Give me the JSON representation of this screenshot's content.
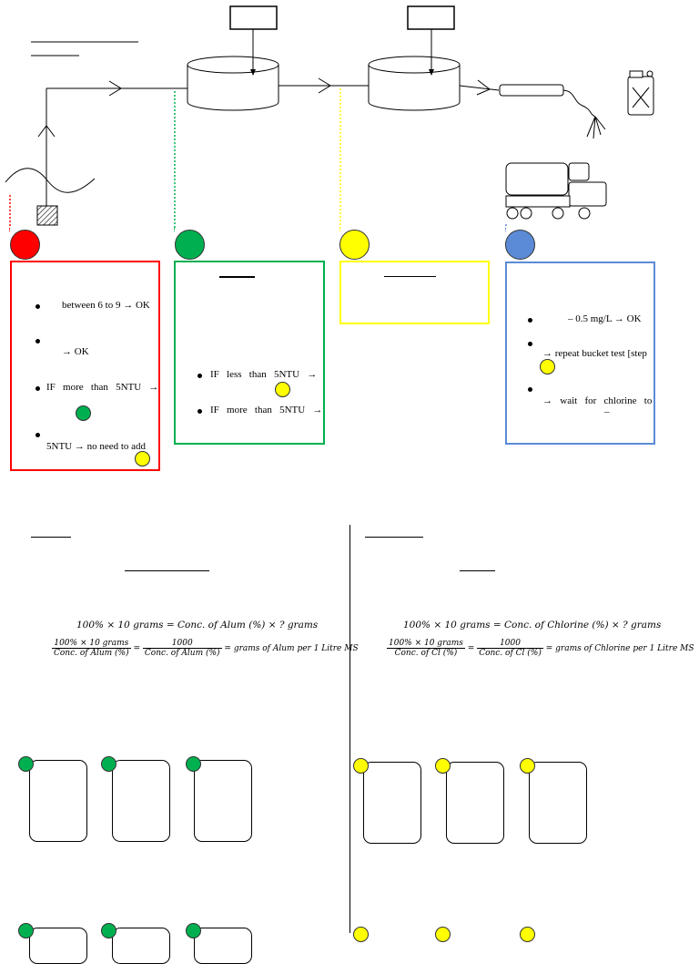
{
  "colors": {
    "red": "#ff0000",
    "green": "#00b050",
    "yellow": "#ffff00",
    "blue": "#5b8bd6",
    "black": "#000000"
  },
  "icons": [
    "pump-icon",
    "tank-icon",
    "hose-icon",
    "jerrycan-icon",
    "truck-icon",
    "wave-icon"
  ],
  "red_box": {
    "items": [
      "between 6 to 9 → OK",
      "→ OK",
      "IF   more   than   5NTU   →",
      "5NTU → no need to add"
    ]
  },
  "green_box": {
    "items": [
      "IF   less   than   5NTU   →",
      "IF   more   than   5NTU   →"
    ]
  },
  "blue_box": {
    "items": [
      "– 0.5 mg/L → OK",
      "→ repeat bucket test [step",
      "→   wait   for   chlorine   to"
    ],
    "dash": "–"
  },
  "left_panel": {
    "formula_line1": "100% × 10 grams  = Conc. of Alum (%) × ? grams",
    "frac1_num": "100% × 10 grams",
    "frac1_den": "Conc. of Alum (%)",
    "equals": "=",
    "frac2_num": "1000",
    "frac2_den": "Conc. of Alum (%)",
    "result": "= grams of Alum per 1 Litre MS"
  },
  "right_panel": {
    "formula_line1": "100% × 10 grams  = Conc. of Chlorine (%) × ? grams",
    "frac1_num": "100% × 10 grams",
    "frac1_den": "Conc. of Cl (%)",
    "equals": "=",
    "frac2_num": "1000",
    "frac2_den": "Conc. of Cl (%)",
    "result": "= grams of Chlorine per 1 Litre MS"
  }
}
